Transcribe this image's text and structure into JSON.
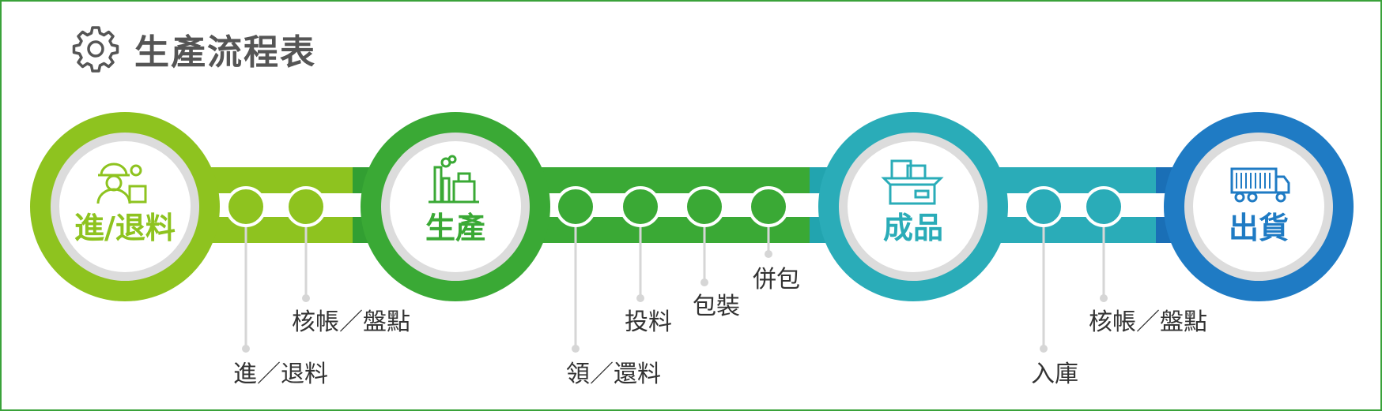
{
  "title": "生產流程表",
  "title_icon": "gear-icon",
  "colors": {
    "lime": "#8ec31f",
    "green": "#3aa935",
    "teal": "#2aacb8",
    "blue": "#1f7bc4",
    "ring": "#dcdcdc",
    "connector": "#d6d6d6"
  },
  "hubs": [
    {
      "label": "進/退料",
      "icon": "worker-icon",
      "color": "#8ec31f"
    },
    {
      "label": "生產",
      "icon": "factory-icon",
      "color": "#3aa935"
    },
    {
      "label": "成品",
      "icon": "boxes-icon",
      "color": "#2aacb8"
    },
    {
      "label": "出貨",
      "icon": "truck-icon",
      "color": "#1f7bc4"
    }
  ],
  "steps": [
    {
      "label": "進／退料"
    },
    {
      "label": "核帳／盤點"
    },
    {
      "label": "領／還料"
    },
    {
      "label": "投料"
    },
    {
      "label": "包裝"
    },
    {
      "label": "併包"
    },
    {
      "label": "入庫"
    },
    {
      "label": "核帳／盤點"
    }
  ]
}
